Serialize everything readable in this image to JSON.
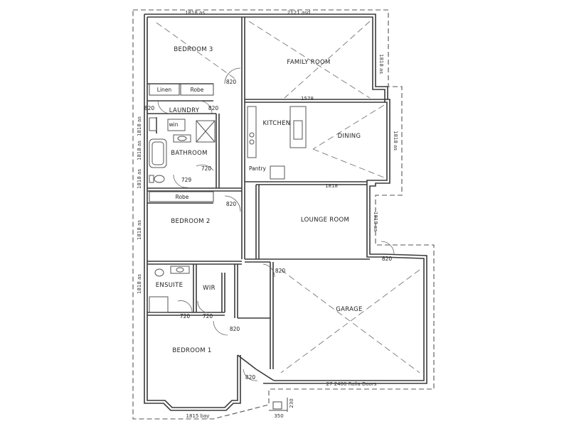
{
  "rooms": {
    "bedroom3": "BEDROOM 3",
    "family_room": "FAMILY ROOM",
    "linen": "Linen",
    "robe_top": "Robe",
    "laundry": "LAUNDRY",
    "wir_small": "win",
    "kitchen": "KITCHEN",
    "dining": "DINING",
    "bathroom": "BATHROOM",
    "pantry": "Pantry",
    "robe_mid": "Robe",
    "bedroom2": "BEDROOM 2",
    "lounge_room": "LOUNGE ROOM",
    "ensuite": "ENSUITE",
    "wir": "WIR",
    "garage": "GARAGE",
    "bedroom1": "BEDROOM 1"
  },
  "dimensions": {
    "top_left": "1818 as",
    "top_right": "2121 asd",
    "right_family": "1818 as",
    "right_dining": "1818 as",
    "right_lounge": "1818 as",
    "kitchen_top": "1578",
    "kitchen_bottom": "1818",
    "left_laundry": "1818 as",
    "left_bath": "1818 as",
    "left_bath2": "1818 as",
    "left_bed2": "1818 as",
    "left_ensuite": "1818 as",
    "bay": "1815 bay",
    "garage_doors": "27 2400 Rolla Doors",
    "bottom_350": "350",
    "bottom_230": "230"
  },
  "doors": {
    "d_bed3": "820",
    "d_laundry_l": "820",
    "d_laundry_r": "820",
    "d_bath_720": "720",
    "d_bath_729": "729",
    "d_bed2": "820",
    "d_lounge_garage": "820",
    "d_garage_right": "820",
    "d_ens_720a": "720",
    "d_ens_720b": "720",
    "d_hall_820": "820",
    "d_bed1_820": "820"
  }
}
